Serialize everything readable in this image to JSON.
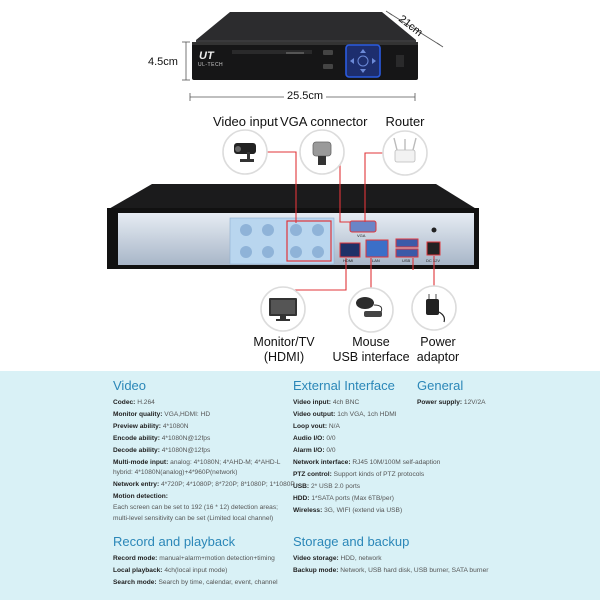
{
  "dimensions": {
    "width": "25.5cm",
    "depth": "21cm",
    "height": "4.5cm"
  },
  "front": {
    "brand_logo": "UT",
    "brand_name": "UL-TECH"
  },
  "ports_top": [
    {
      "id": "video",
      "label": "Video input"
    },
    {
      "id": "vga",
      "label": "VGA connector"
    },
    {
      "id": "router",
      "label": "Router"
    }
  ],
  "ports_bottom": [
    {
      "id": "monitor",
      "label_l1": "Monitor/TV",
      "label_l2": "(HDMI)"
    },
    {
      "id": "mouse",
      "label_l1": "Mouse",
      "label_l2": "USB interface"
    },
    {
      "id": "power",
      "label_l1": "Power",
      "label_l2": "adaptor"
    }
  ],
  "back_panel": {
    "hdmi": "HDMI",
    "vga": "VGA",
    "lan": "LAN",
    "usb": "USB",
    "dc": "DC 12V"
  },
  "specs": {
    "video": {
      "title": "Video",
      "rows": [
        {
          "k": "Codec:",
          "v": "H.264"
        },
        {
          "k": "Monitor quality:",
          "v": "VGA,HDMI: HD"
        },
        {
          "k": "Preview ability:",
          "v": "4*1080N"
        },
        {
          "k": "Encode ability:",
          "v": "4*1080N@12fps"
        },
        {
          "k": "Decode ability:",
          "v": "4*1080N@12fps"
        },
        {
          "k": "Multi-mode input:",
          "v": "analog: 4*1080N; 4*AHD-M; 4*AHD-L"
        },
        {
          "k": "",
          "v": "hybrid: 4*1080N(analog)+4*960P(network)"
        },
        {
          "k": "Network entry:",
          "v": "4*720P; 4*1080P; 8*720P; 8*1080P; 1*1080P"
        },
        {
          "k": "Motion detection:",
          "v": ""
        },
        {
          "k": "",
          "v": "Each screen can be set to 192 (16 * 12) detection areas;"
        },
        {
          "k": "",
          "v": "multi-level sensitivity can be set (Limited local channel)"
        }
      ]
    },
    "external": {
      "title": "External Interface",
      "rows": [
        {
          "k": "Video input:",
          "v": "4ch BNC"
        },
        {
          "k": "Video output:",
          "v": "1ch VGA, 1ch HDMI"
        },
        {
          "k": "Loop vout:",
          "v": "N/A"
        },
        {
          "k": "Audio I/O:",
          "v": "0/0"
        },
        {
          "k": "Alarm I/O:",
          "v": "0/0"
        },
        {
          "k": "Network interface:",
          "v": "RJ45 10M/100M self-adaption"
        },
        {
          "k": "PTZ control:",
          "v": "Support kinds of PTZ protocols"
        },
        {
          "k": "USB:",
          "v": "2* USB 2.0 ports"
        },
        {
          "k": "HDD:",
          "v": "1*SATA ports (Max 6TB/per)"
        },
        {
          "k": "Wireless:",
          "v": "3G, WIFI (extend via USB)"
        }
      ]
    },
    "general": {
      "title": "General",
      "rows": [
        {
          "k": "Power supply:",
          "v": "12V/2A"
        }
      ]
    },
    "record": {
      "title": "Record and playback",
      "rows": [
        {
          "k": "Record mode:",
          "v": "manual+alarm+motion detection+timing"
        },
        {
          "k": "Local playback:",
          "v": "4ch(local input mode)"
        },
        {
          "k": "Search mode:",
          "v": "Search by time, calendar, event, channel"
        }
      ]
    },
    "storage": {
      "title": "Storage and backup",
      "rows": [
        {
          "k": "Video storage:",
          "v": "HDD, network"
        },
        {
          "k": "Backup mode:",
          "v": "Network, USB hard disk, USB burner, SATA burner"
        }
      ]
    }
  },
  "colors": {
    "accent": "#2b87b8",
    "spec_bg": "#d9f1f6",
    "line": "#e0353a",
    "panel_blue": "#b9d6ef"
  }
}
